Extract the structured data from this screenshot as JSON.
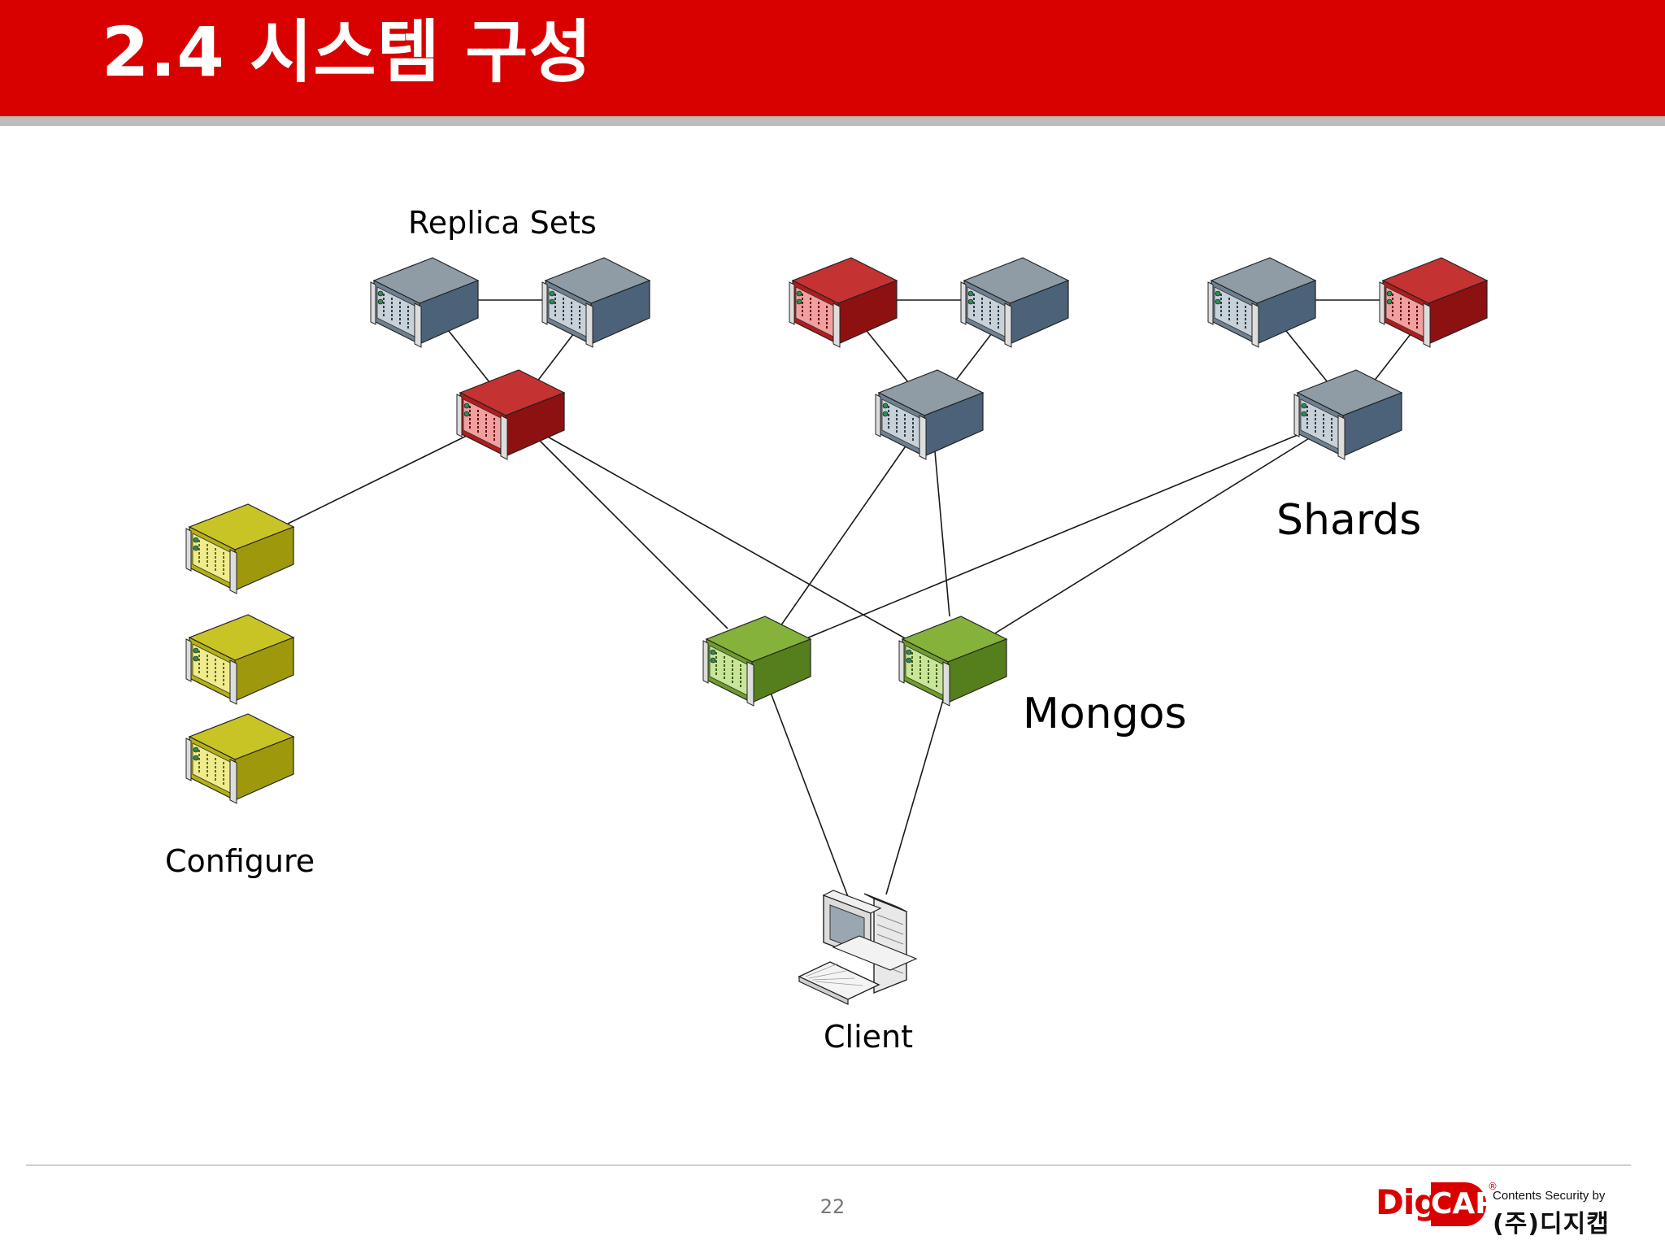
{
  "header": {
    "title": "2.4 시스템 구성"
  },
  "labels": {
    "replica_sets": "Replica Sets",
    "shards": "Shards",
    "mongos": "Mongos",
    "configure": "Configure",
    "client": "Client"
  },
  "footer": {
    "page_number": "22",
    "logo_digi": "Digi",
    "logo_cap": "CAP",
    "logo_registered": "®",
    "logo_tagline": "Contents Security by",
    "logo_company": "(주)디지캡"
  },
  "colors": {
    "brand_red": "#d90000",
    "server_gray": "#5f7384",
    "server_red": "#b01b1b",
    "server_green": "#6a9a2a",
    "server_yellow": "#b5b015"
  },
  "nodes": [
    {
      "id": "rs1-a",
      "role": "replica",
      "color": "gray"
    },
    {
      "id": "rs1-b",
      "role": "replica",
      "color": "gray"
    },
    {
      "id": "rs1-c",
      "role": "replica",
      "color": "red"
    },
    {
      "id": "rs2-a",
      "role": "replica",
      "color": "red"
    },
    {
      "id": "rs2-b",
      "role": "replica",
      "color": "gray"
    },
    {
      "id": "rs2-c",
      "role": "replica",
      "color": "gray"
    },
    {
      "id": "rs3-a",
      "role": "replica",
      "color": "gray"
    },
    {
      "id": "rs3-b",
      "role": "replica",
      "color": "red"
    },
    {
      "id": "rs3-c",
      "role": "replica",
      "color": "gray"
    },
    {
      "id": "cfg-1",
      "role": "configure",
      "color": "yellow"
    },
    {
      "id": "cfg-2",
      "role": "configure",
      "color": "yellow"
    },
    {
      "id": "cfg-3",
      "role": "configure",
      "color": "yellow"
    },
    {
      "id": "mongos-1",
      "role": "mongos",
      "color": "green"
    },
    {
      "id": "mongos-2",
      "role": "mongos",
      "color": "green"
    },
    {
      "id": "client",
      "role": "client",
      "color": "white"
    }
  ],
  "edges": [
    [
      "rs1-a",
      "rs1-b"
    ],
    [
      "rs1-a",
      "rs1-c"
    ],
    [
      "rs1-b",
      "rs1-c"
    ],
    [
      "rs2-a",
      "rs2-b"
    ],
    [
      "rs2-a",
      "rs2-c"
    ],
    [
      "rs2-b",
      "rs2-c"
    ],
    [
      "rs3-a",
      "rs3-b"
    ],
    [
      "rs3-a",
      "rs3-c"
    ],
    [
      "rs3-b",
      "rs3-c"
    ],
    [
      "rs1-c",
      "cfg-1"
    ],
    [
      "rs1-c",
      "mongos-1"
    ],
    [
      "rs1-c",
      "mongos-2"
    ],
    [
      "rs2-c",
      "mongos-1"
    ],
    [
      "rs2-c",
      "mongos-2"
    ],
    [
      "rs3-c",
      "mongos-1"
    ],
    [
      "rs3-c",
      "mongos-2"
    ],
    [
      "mongos-1",
      "client"
    ],
    [
      "mongos-2",
      "client"
    ]
  ]
}
